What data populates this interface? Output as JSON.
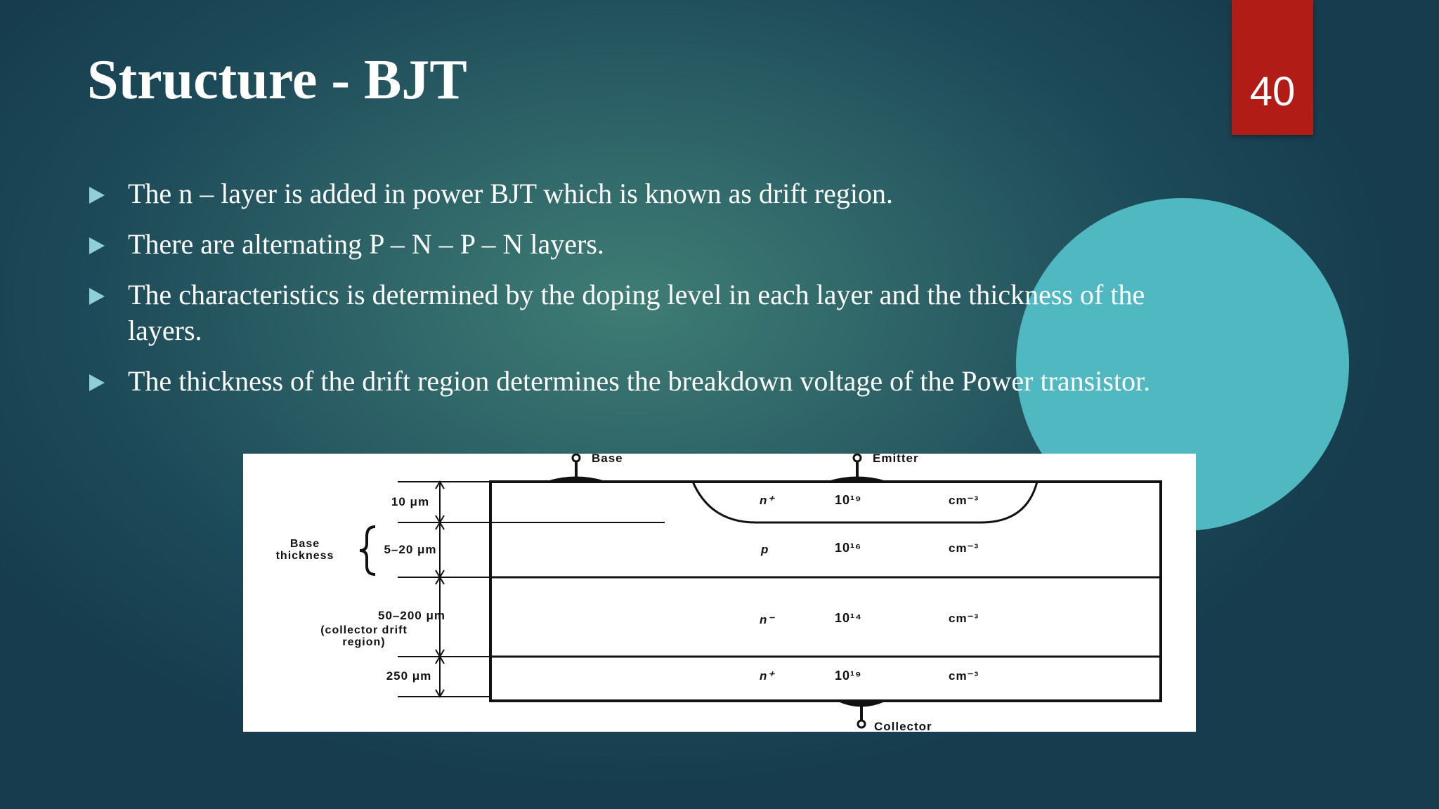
{
  "slide": {
    "title": "Structure - BJT",
    "page_number": "40"
  },
  "bullets": [
    "The n – layer is added in power BJT which is known as drift region.",
    "There are alternating P – N – P – N layers.",
    "The characteristics is determined by the doping level in each layer and the thickness of the layers.",
    "The thickness of the drift region determines the breakdown voltage of the Power transistor."
  ],
  "figure": {
    "terminals": {
      "base": "Base",
      "emitter": "Emitter",
      "collector": "Collector"
    },
    "base_thickness_label": [
      "Base",
      "thickness"
    ],
    "collector_drift_label": [
      "(collector drift",
      "region)"
    ],
    "layers": [
      {
        "thickness": "10 μm",
        "type": "n⁺",
        "doping": "10¹⁹",
        "unit": "cm⁻³"
      },
      {
        "thickness": "5–20 μm",
        "type": "p",
        "doping": "10¹⁶",
        "unit": "cm⁻³"
      },
      {
        "thickness": "50–200 μm",
        "type": "n⁻",
        "doping": "10¹⁴",
        "unit": "cm⁻³"
      },
      {
        "thickness": "250 μm",
        "type": "n⁺",
        "doping": "10¹⁹",
        "unit": "cm⁻³"
      }
    ]
  }
}
